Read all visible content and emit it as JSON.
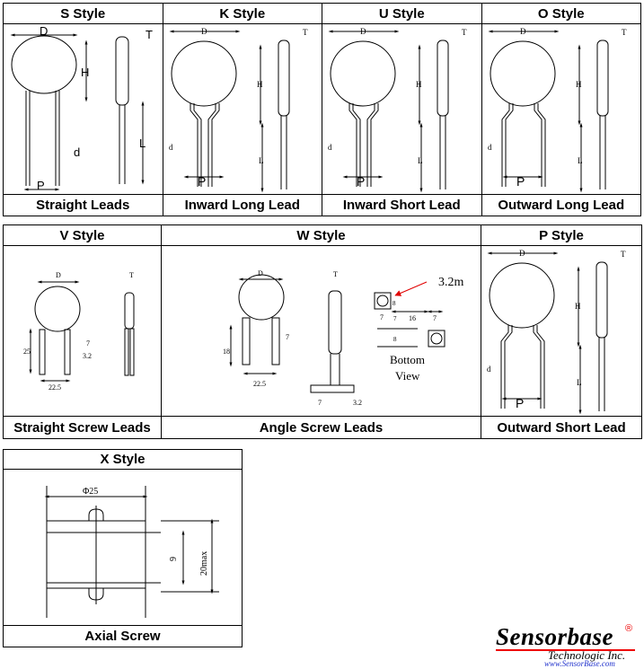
{
  "row1": [
    {
      "title": "S Style",
      "caption": "Straight Leads",
      "labels": [
        "D",
        "T",
        "H",
        "d",
        "L",
        "P"
      ]
    },
    {
      "title": "K Style",
      "caption": "Inward Long Lead",
      "labels": [
        "D",
        "T",
        "H",
        "d",
        "L",
        "P"
      ]
    },
    {
      "title": "U Style",
      "caption": "Inward Short Lead",
      "labels": [
        "D",
        "T",
        "H",
        "d",
        "L",
        "P"
      ]
    },
    {
      "title": "O Style",
      "caption": "Outward Long Lead",
      "labels": [
        "D",
        "T",
        "H",
        "d",
        "L",
        "P"
      ]
    }
  ],
  "row2": [
    {
      "title": "V Style",
      "caption": "Straight Screw Leads",
      "labels": [
        "D",
        "T",
        "25",
        "7",
        "3.2",
        "22.5"
      ]
    },
    {
      "title": "W Style",
      "caption": "Angle Screw Leads",
      "labels": [
        "D",
        "T",
        "18",
        "7",
        "22.5",
        "7",
        "3.2",
        "3.2m",
        "8",
        "7",
        "7",
        "16",
        "7",
        "8",
        "Bottom",
        "View"
      ]
    },
    {
      "title": "P Style",
      "caption": "Outward Short Lead",
      "labels": [
        "D",
        "T",
        "H",
        "d",
        "L",
        "P"
      ]
    }
  ],
  "row3": [
    {
      "title": "X Style",
      "caption": "Axial Screw",
      "labels": [
        "Φ25",
        "9",
        "20max"
      ]
    }
  ],
  "logo": {
    "name": "Sensorbase",
    "reg": "®",
    "tagline": "Technologic Inc.",
    "url": "www.SensorBase.com"
  },
  "colors": {
    "arrow": "#e00000",
    "url": "#2233cc"
  }
}
